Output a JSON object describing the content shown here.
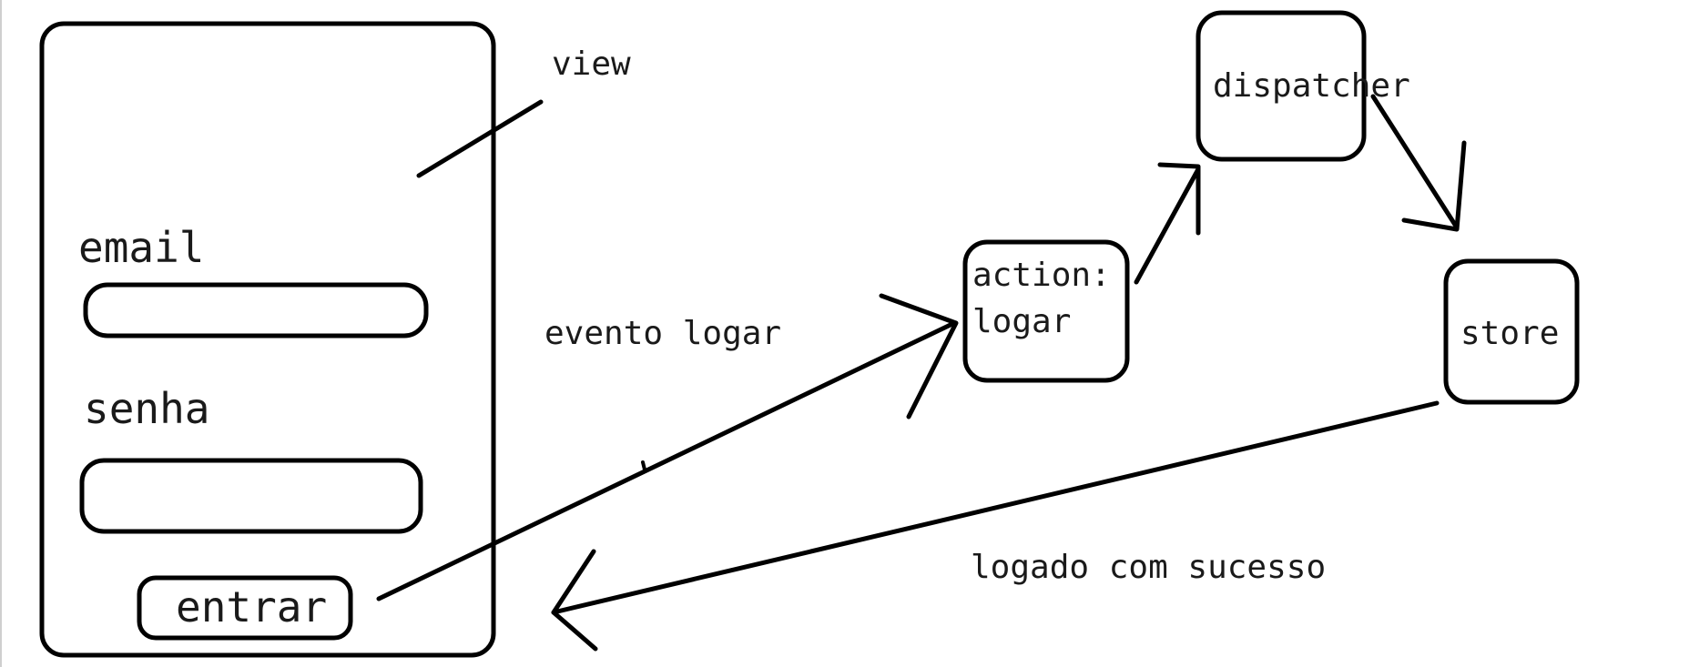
{
  "labels": {
    "view": "view",
    "email": "email",
    "senha": "senha",
    "entrar": "entrar",
    "evento": "evento logar",
    "action_line1": "action:",
    "action_line2": "logar",
    "dispatcher": "dispatcher",
    "store": "store",
    "sucesso": "logado com sucesso"
  },
  "colors": {
    "stroke": "#000000",
    "text": "#1a1a1a",
    "background": "#ffffff"
  }
}
